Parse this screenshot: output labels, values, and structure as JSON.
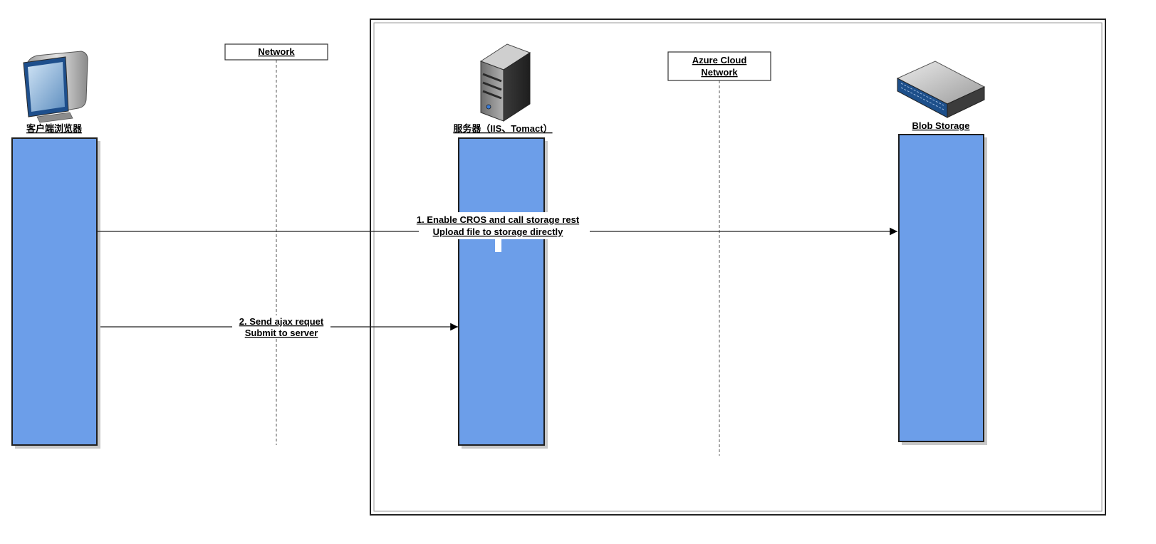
{
  "lifelines": {
    "browser": {
      "label": "客户端浏览器",
      "icon": "computer-monitor-icon"
    },
    "server": {
      "label": "服务器（IIS、Tomact）",
      "icon": "server-tower-icon"
    },
    "blob": {
      "label": "Blob Storage",
      "icon": "storage-array-icon"
    }
  },
  "boundaries": {
    "network": {
      "label": "Network"
    },
    "azure": {
      "line1": "Azure Cloud",
      "line2": "Network"
    }
  },
  "messages": [
    {
      "line1": "1. Enable CROS and call storage rest",
      "line2": "Upload file to storage directly",
      "from": "客户端浏览器",
      "to": "Blob Storage"
    },
    {
      "line1": "2. Send ajax requet",
      "line2": "Submit to server",
      "from": "客户端浏览器",
      "to": "服务器（IIS、Tomact）"
    }
  ],
  "colors": {
    "lifeline_fill": "#6c9ee9",
    "outline": "#1f1f1f",
    "background": "#ffffff"
  }
}
